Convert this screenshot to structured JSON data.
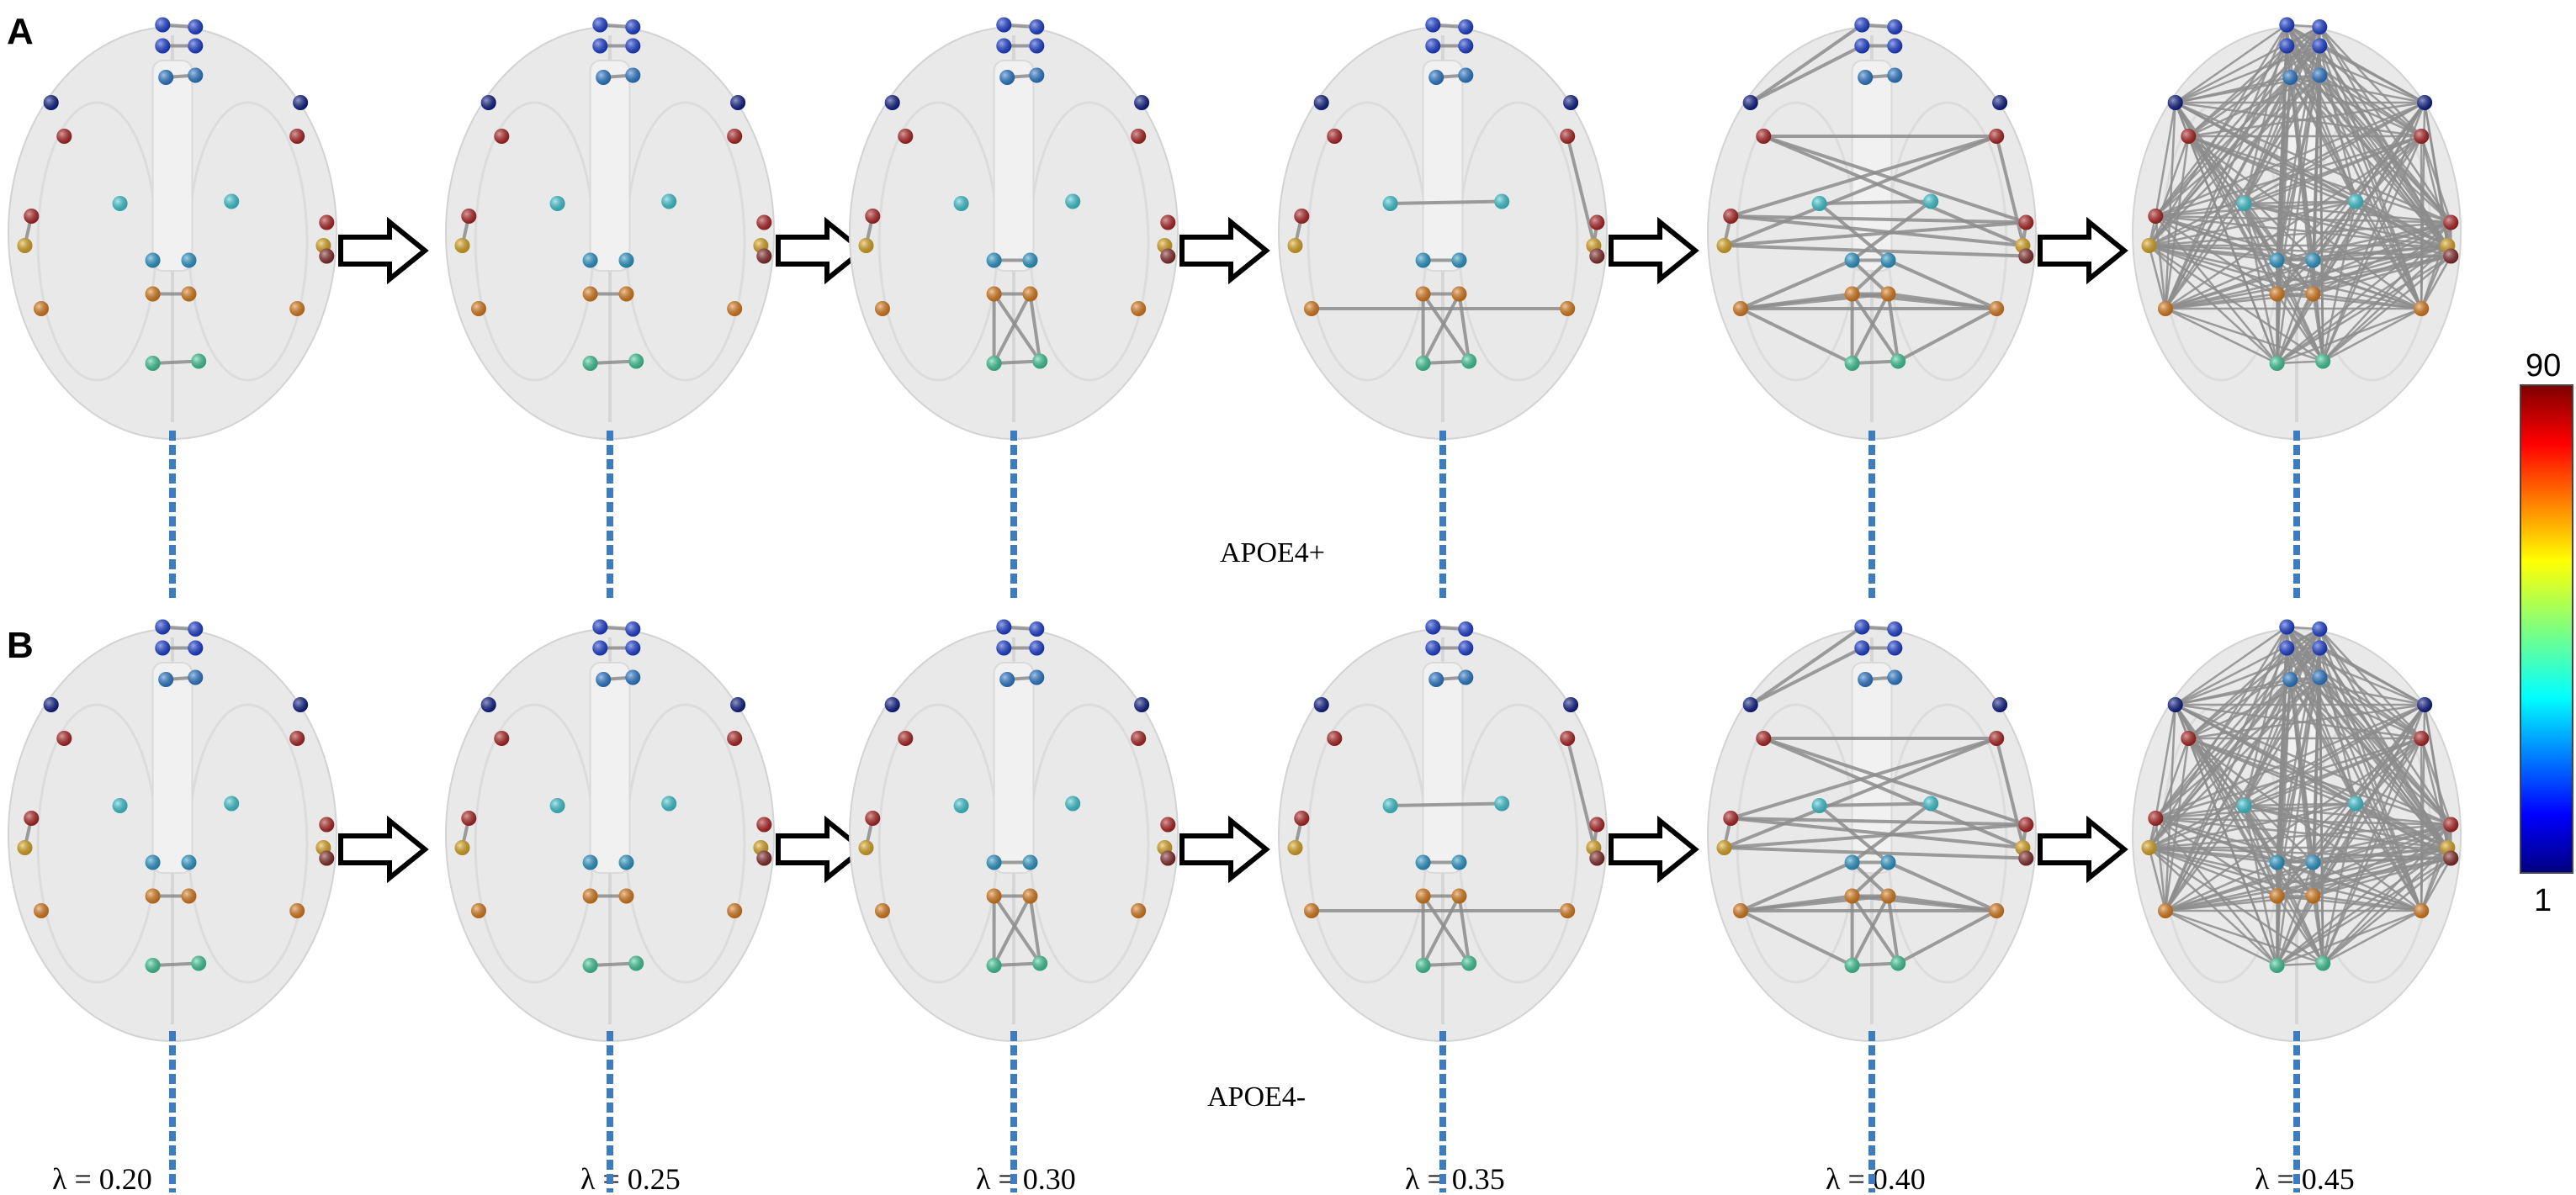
{
  "panels": [
    {
      "letter": "A",
      "group": "APOE4+"
    },
    {
      "letter": "B",
      "group": "APOE4-"
    }
  ],
  "lambdas": [
    "λ = 0.20",
    "λ = 0.25",
    "λ = 0.30",
    "λ = 0.35",
    "λ = 0.40",
    "λ = 0.45"
  ],
  "colorbar": {
    "max_label": "90",
    "min_label": "1",
    "colormap": "jet"
  },
  "colors": {
    "dark_blue": "#0a1a8c",
    "blue": "#1a3fe0",
    "mid_blue": "#2a7fd8",
    "cyan": "#3fd4e0",
    "aqua": "#2aa0d6",
    "green": "#40d6a0",
    "yellow": "#e8b020",
    "orange": "#e8821a",
    "red": "#b82222",
    "dark_red": "#8a2a2a",
    "edge": "#8c8c8c",
    "connector": "#3e7cc2",
    "brain": "#e9e9e9"
  }
}
